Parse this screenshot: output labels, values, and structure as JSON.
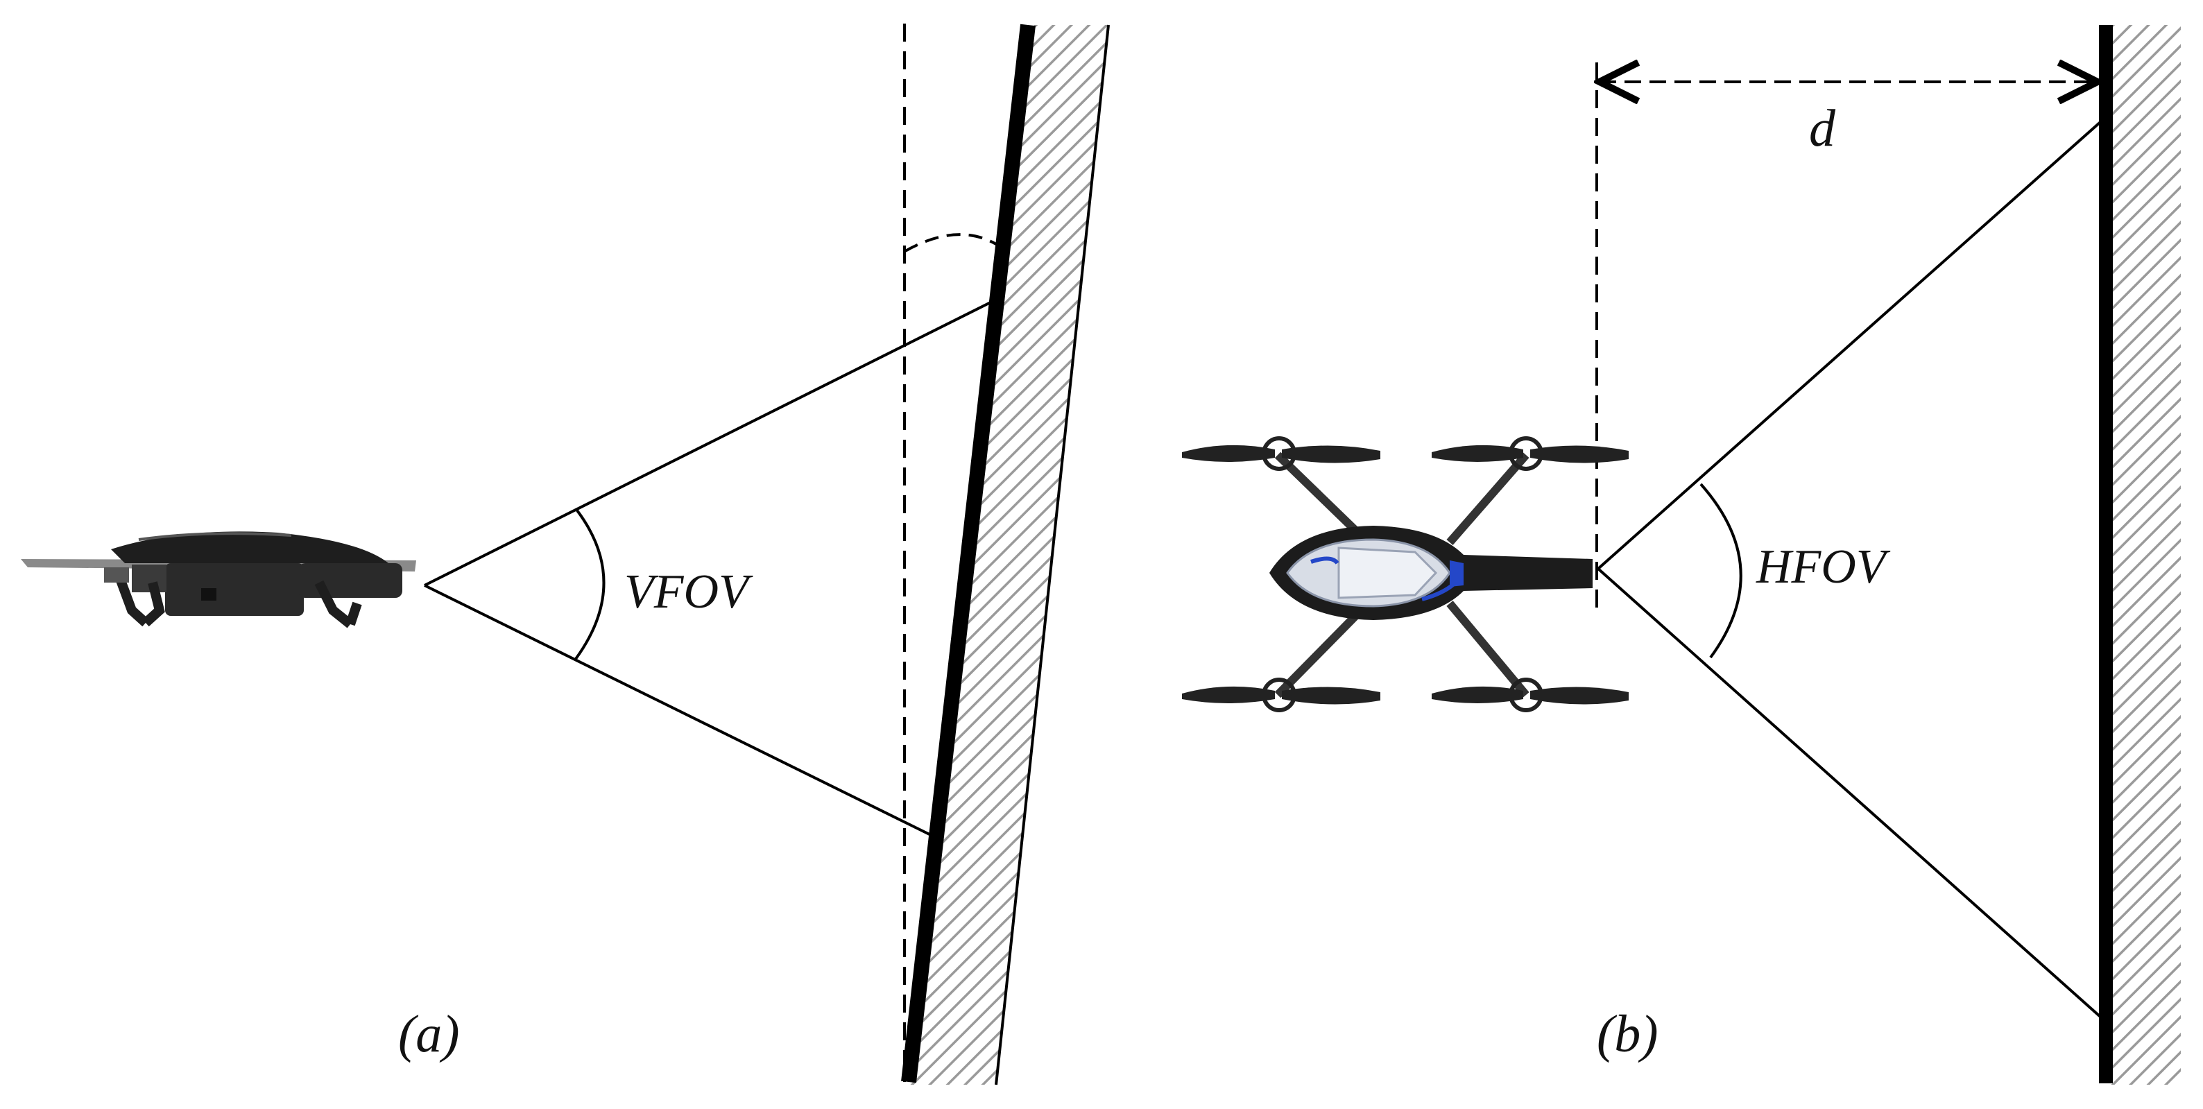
{
  "panels": [
    {
      "caption": "(a)",
      "angle_label": "VFOV",
      "drone_view": "side"
    },
    {
      "caption": "(b)",
      "angle_label": "HFOV",
      "distance_label": "d",
      "drone_view": "top"
    }
  ],
  "colors": {
    "line": "#000000",
    "hatch": "#9a9a9a",
    "drone_dark": "#1c1c1c",
    "drone_canopy": "#d8dde6",
    "drone_accent": "#2447c8"
  },
  "icons": [
    "side-view-drone",
    "top-view-quadcopter",
    "hatched-wall"
  ]
}
